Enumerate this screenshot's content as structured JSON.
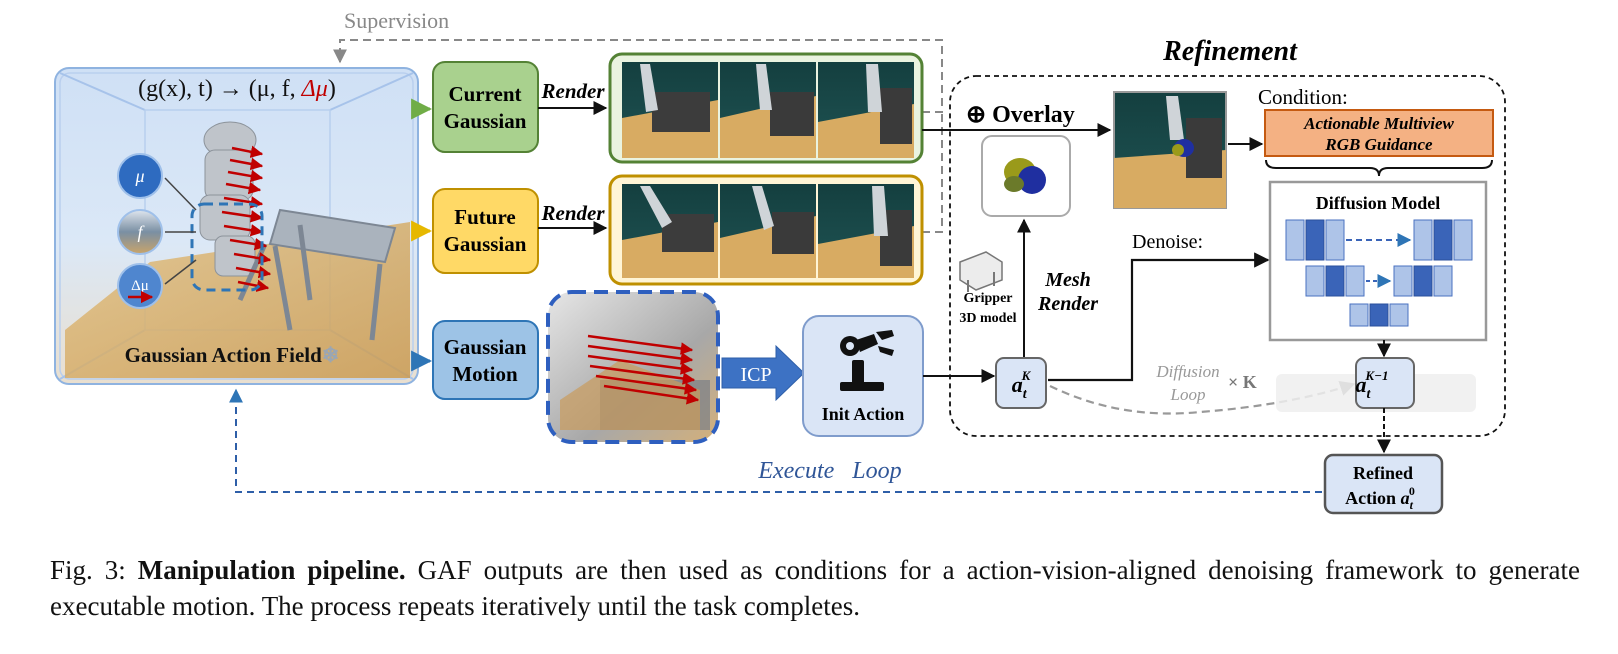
{
  "diagram": {
    "supervision_label": "Supervision",
    "gaf_formula_lhs": "(g(x), t) → (μ, f, ",
    "gaf_formula_delta": "Δμ",
    "gaf_formula_close": ")",
    "gaf_label": "Gaussian Action Field",
    "gaf_snowflake": "❄",
    "param_mu": "μ",
    "param_f": "f",
    "param_dmu": "Δμ",
    "current_gaussian": [
      "Current",
      "Gaussian"
    ],
    "future_gaussian": [
      "Future",
      "Gaussian"
    ],
    "gaussian_motion": [
      "Gaussian",
      "Motion"
    ],
    "render_label_1": "Render",
    "render_label_2": "Render",
    "icp_label": "ICP",
    "init_action_label": "Init Action",
    "refinement_title": "Refinement",
    "overlay_label": "⊕ Overlay",
    "condition_label": "Condition:",
    "guidance_label": [
      "Actionable Multiview",
      "RGB Guidance"
    ],
    "diffusion_model_label": "Diffusion Model",
    "denoise_label": "Denoise:",
    "gripper_label": [
      "Gripper",
      "3D model"
    ],
    "mesh_render_label": [
      "Mesh",
      "Render"
    ],
    "diffusion_loop_label": [
      "Diffusion",
      "Loop"
    ],
    "times_k": "× K",
    "action_k_base": "a",
    "action_k_sub": "t",
    "action_k_sup": "K",
    "action_km1_sup": "K−1",
    "refined_action_label": [
      "Refined",
      "Action "
    ],
    "refined_action_sup": "0",
    "execute_loop_label": "Execute   Loop"
  },
  "caption": {
    "prefix": "Fig. 3: ",
    "bold": "Manipulation pipeline.",
    "text": " GAF outputs are then used as conditions for a action-vision-aligned denoising framework to generate executable motion. The process repeats iteratively until the task completes."
  },
  "colors": {
    "green_fill": "#a9d18e",
    "green_stroke": "#548235",
    "yellow_fill": "#ffd966",
    "yellow_stroke": "#bf9000",
    "blue_fill": "#9dc3e6",
    "blue_stroke": "#2e75b6",
    "orange_fill": "#f4b183",
    "orange_stroke": "#c55a11",
    "dark_blue_text": "#2f5597",
    "red": "#c00000"
  }
}
